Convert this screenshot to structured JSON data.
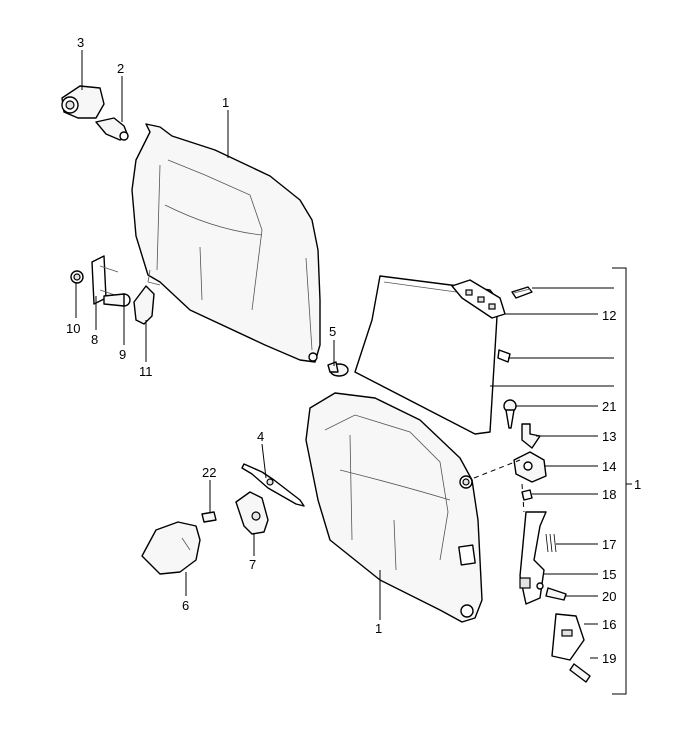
{
  "callouts": {
    "c1_top": "1",
    "c1_bottom": "1",
    "c1_right": "1",
    "c2": "2",
    "c3": "3",
    "c4": "4",
    "c5": "5",
    "c6": "6",
    "c7": "7",
    "c8": "8",
    "c9": "9",
    "c10": "10",
    "c11": "11",
    "c12": "12",
    "c13": "13",
    "c14": "14",
    "c15": "15",
    "c16": "16",
    "c17": "17",
    "c18": "18",
    "c19": "19",
    "c20": "20",
    "c21": "21",
    "c22": "22"
  }
}
